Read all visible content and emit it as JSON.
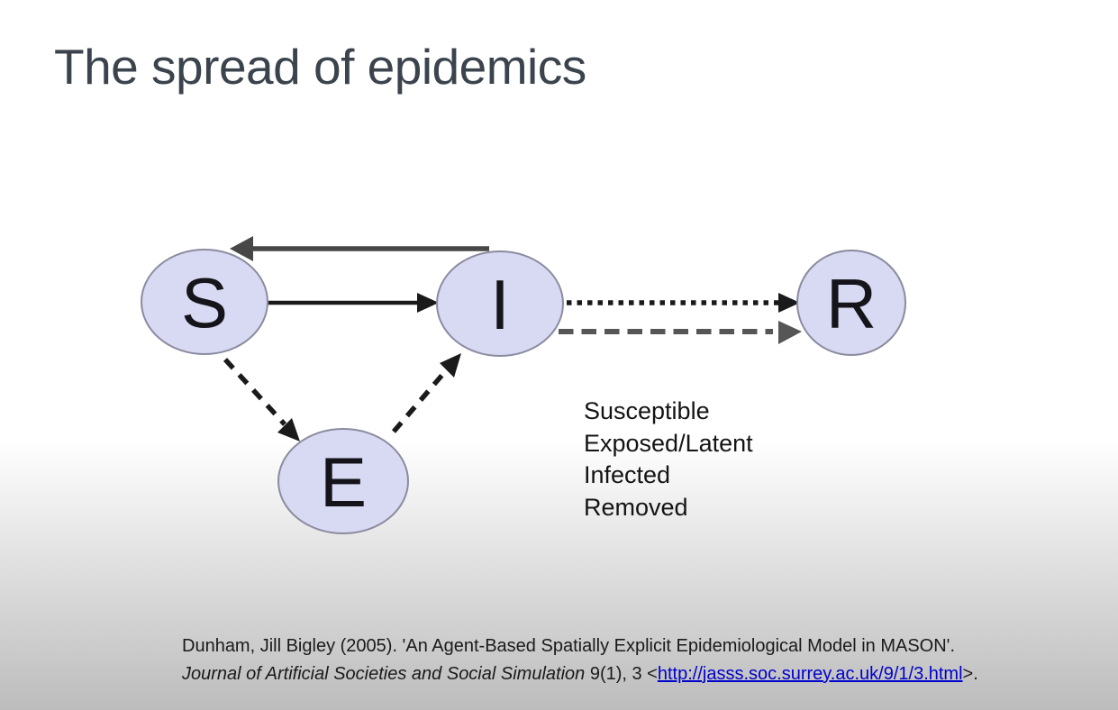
{
  "slide": {
    "title": "The spread of epidemics"
  },
  "diagram": {
    "nodes": [
      {
        "id": "S",
        "label": "S",
        "meaning": "Susceptible"
      },
      {
        "id": "I",
        "label": "I",
        "meaning": "Infected"
      },
      {
        "id": "R",
        "label": "R",
        "meaning": "Removed"
      },
      {
        "id": "E",
        "label": "E",
        "meaning": "Exposed/Latent"
      }
    ],
    "edges": [
      {
        "from": "S",
        "to": "I",
        "style": "solid",
        "color": "#1a1a1a"
      },
      {
        "from": "I",
        "to": "S",
        "style": "solid",
        "color": "#474747"
      },
      {
        "from": "S",
        "to": "E",
        "style": "dashed",
        "color": "#1a1a1a"
      },
      {
        "from": "E",
        "to": "I",
        "style": "dashed",
        "color": "#1a1a1a"
      },
      {
        "from": "I",
        "to": "R",
        "style": "dotted",
        "color": "#1a1a1a"
      },
      {
        "from": "I",
        "to": "R",
        "style": "dashed",
        "color": "#565656"
      }
    ],
    "colors": {
      "node_fill": "#d8d9f2",
      "node_border": "#8b8ba0"
    },
    "legend": [
      "Susceptible",
      "Exposed/Latent",
      "Infected",
      "Removed"
    ]
  },
  "citation": {
    "line1": "Dunham, Jill Bigley (2005). 'An Agent-Based Spatially Explicit Epidemiological Model in MASON'.",
    "line2_journal": "Journal of Artificial Societies and Social Simulation",
    "line2_mid": " 9(1), 3 <",
    "link_text": "http://jasss.soc.surrey.ac.uk/9/1/3.html",
    "line2_suffix": ">.",
    "link_color": "#0000cc"
  }
}
